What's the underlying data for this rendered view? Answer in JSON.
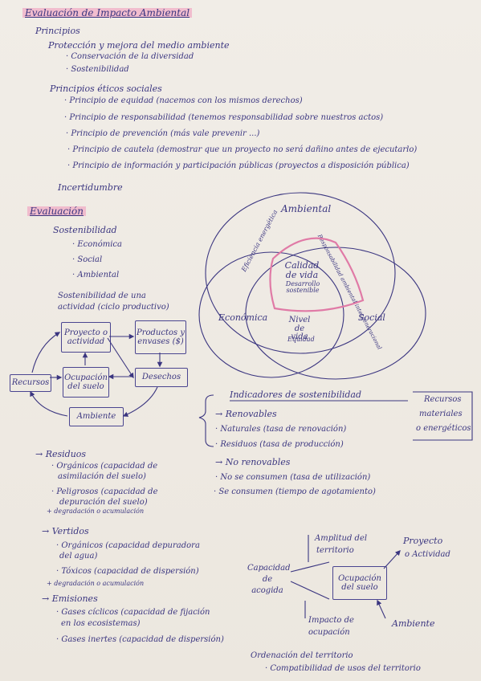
{
  "title": "Evaluación de Impacto Ambiental",
  "principios": {
    "heading": "Principios",
    "medio": "Protección y mejora del medio ambiente",
    "medio_items": [
      "· Conservación de la diversidad",
      "· Sostenibilidad"
    ],
    "eticos_heading": "Principios éticos sociales",
    "eticos_items": [
      "· Principio de equidad (nacemos con los mismos derechos)",
      "· Principio de responsabilidad (tenemos responsabilidad sobre nuestros actos)",
      "· Principio de prevención (más vale prevenir ...)",
      "· Principio de cautela (demostrar que un proyecto no será dañino antes de ejecutarlo)",
      "· Principio de información y participación públicas (proyectos a disposición pública)"
    ],
    "incertidumbre": "Incertidumbre"
  },
  "evaluacion": {
    "heading": "Evaluación",
    "sostenibilidad": "Sostenibilidad",
    "items": [
      "· Económica",
      "· Social",
      "· Ambiental"
    ],
    "actividad": [
      "Sostenibilidad de una",
      "actividad (ciclo productivo)"
    ]
  },
  "cycle": {
    "proyecto": "Proyecto o actividad",
    "productos": "Productos y envases ($)",
    "recursos": "Recursos",
    "ocupacion": "Ocupación del suelo",
    "desechos": "Desechos",
    "ambiente": "Ambiente"
  },
  "venn": {
    "ambiental": "Ambiental",
    "economica": "Económica",
    "social": "Social",
    "calidad": "Calidad de vida",
    "desarrollo": "Desarrollo sostenible",
    "eficiencia": "Eficiencia energética",
    "responsabilidad": "Responsabilidad ambiental intergeneracional",
    "nivel": "Nivel de vida",
    "equidad": "Equidad"
  },
  "indicadores": {
    "heading": "Indicadores de sostenibilidad",
    "recursos_box": [
      "Recursos",
      "materiales",
      "o energéticos"
    ],
    "renovables": "→ Renovables",
    "naturales": "· Naturales (tasa de renovación)",
    "residuos": "· Residuos (tasa de producción)",
    "no_renovables": "→ No renovables",
    "no_consumen": "· No se consumen (tasa de utilización)",
    "consumen": "· Se consumen (tiempo de agotamiento)"
  },
  "residuos": {
    "heading": "→ Residuos",
    "organicos": [
      "· Orgánicos (capacidad de",
      "asimilación del suelo)"
    ],
    "peligrosos": [
      "· Peligrosos (capacidad de",
      "depuración del suelo)"
    ],
    "degradacion": "+ degradación o acumulación"
  },
  "vertidos": {
    "heading": "→ Vertidos",
    "organicos": [
      "· Orgánicos (capacidad depuradora",
      "del agua)"
    ],
    "toxicos": "· Tóxicos (capacidad de dispersión)",
    "degradacion": "+ degradación o acumulación"
  },
  "emisiones": {
    "heading": "→ Emisiones",
    "ciclicos": [
      "· Gases cíclicos (capacidad de fijación",
      "en los ecosistemas)"
    ],
    "inertes": "· Gases inertes (capacidad de dispersión)"
  },
  "territorio": {
    "amplitud": [
      "Amplitud del",
      "territorio"
    ],
    "proyecto": [
      "Proyecto",
      "o Actividad"
    ],
    "capacidad": [
      "Capacidad",
      "de",
      "acogida"
    ],
    "ocupacion": "Ocupación del suelo",
    "impacto": [
      "Impacto de",
      "ocupación"
    ],
    "ambiente": "Ambiente",
    "ordenacion": "Ordenación del territorio",
    "compatibilidad": "· Compatibilidad de usos del territorio"
  },
  "colors": {
    "ink": "#3b3680",
    "highlight_pink": "#f096b9",
    "paper": "#efeae3"
  }
}
